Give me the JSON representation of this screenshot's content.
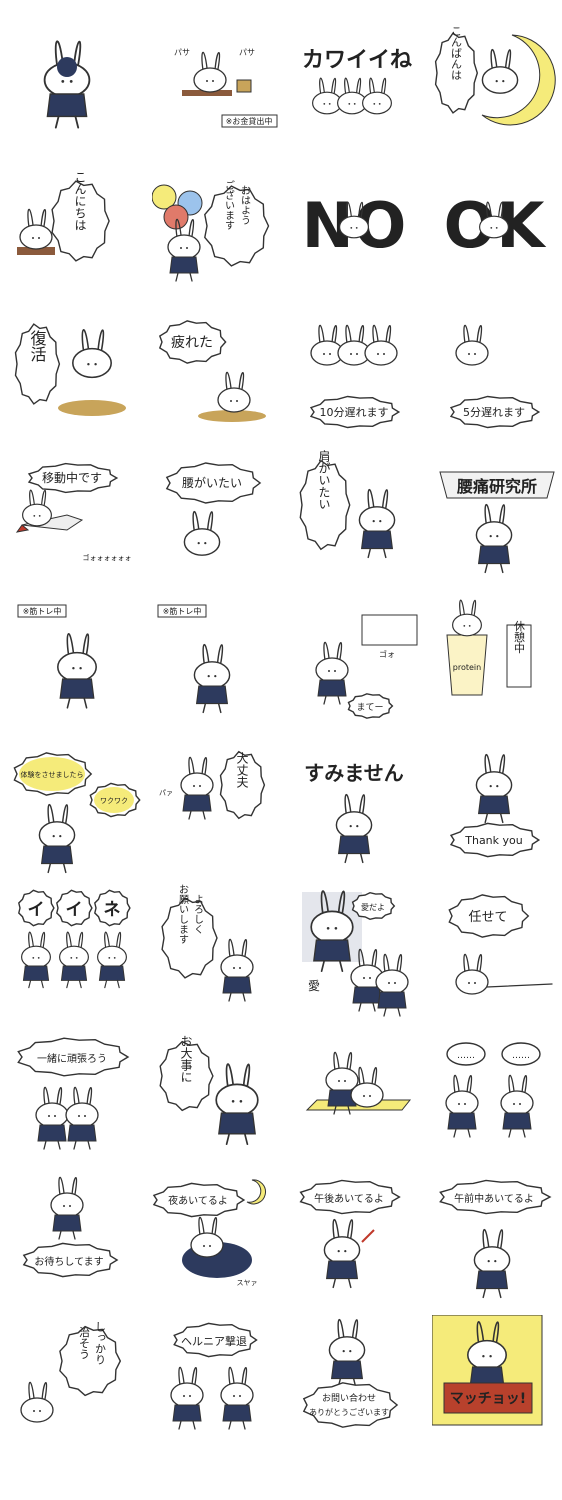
{
  "colors": {
    "navy": "#2d3a5e",
    "yellow": "#f5eb7a",
    "blue": "#9cc3ec",
    "red": "#c0392b",
    "tan": "#c8a45a",
    "brown": "#8b5a3c"
  },
  "stickers": [
    {
      "id": 1,
      "lines": [],
      "caption": "",
      "icon": "rabbit-icon"
    },
    {
      "id": 2,
      "lines": [
        "パサ",
        "パサ"
      ],
      "caption": "※お金貸出中",
      "icon": "rabbit-icon"
    },
    {
      "id": 3,
      "lines": [
        "カワイイね"
      ],
      "caption": "",
      "icon": "rabbit-icon"
    },
    {
      "id": 4,
      "lines": [
        "こんばんは"
      ],
      "caption": "",
      "icon": "moon-icon"
    },
    {
      "id": 5,
      "lines": [
        "こんにちは"
      ],
      "caption": "",
      "icon": "rabbit-icon"
    },
    {
      "id": 6,
      "lines": [
        "おはよう",
        "ございます"
      ],
      "caption": "",
      "icon": "balloon-icon"
    },
    {
      "id": 7,
      "lines": [
        "NO"
      ],
      "caption": "",
      "icon": "rabbit-icon"
    },
    {
      "id": 8,
      "lines": [
        "OK"
      ],
      "caption": "",
      "icon": "rabbit-icon"
    },
    {
      "id": 9,
      "lines": [
        "復活"
      ],
      "caption": "",
      "icon": "rabbit-icon"
    },
    {
      "id": 10,
      "lines": [
        "疲れた"
      ],
      "caption": "",
      "icon": "rabbit-icon"
    },
    {
      "id": 11,
      "lines": [
        "10分遅れます"
      ],
      "caption": "",
      "icon": "rabbit-icon"
    },
    {
      "id": 12,
      "lines": [
        "5分遅れます"
      ],
      "caption": "",
      "icon": "rabbit-icon"
    },
    {
      "id": 13,
      "lines": [
        "移動中です"
      ],
      "caption": "ゴォォォォォォ",
      "icon": "rocket-icon"
    },
    {
      "id": 14,
      "lines": [
        "腰がいたい"
      ],
      "caption": "",
      "icon": "rabbit-icon"
    },
    {
      "id": 15,
      "lines": [
        "肩がいたい"
      ],
      "caption": "",
      "icon": "rabbit-icon"
    },
    {
      "id": 16,
      "lines": [
        "腰痛研究所"
      ],
      "caption": "",
      "icon": "banner-icon"
    },
    {
      "id": 17,
      "lines": [],
      "caption": "※筋トレ中",
      "icon": "rabbit-icon"
    },
    {
      "id": 18,
      "lines": [],
      "caption": "※筋トレ中",
      "icon": "rabbit-icon"
    },
    {
      "id": 19,
      "lines": [
        "まてー"
      ],
      "caption": "ゴォ",
      "icon": "train-icon"
    },
    {
      "id": 20,
      "lines": [
        "休憩中"
      ],
      "caption": "protein",
      "icon": "cup-icon"
    },
    {
      "id": 21,
      "lines": [
        "体験をさせましたら",
        "ワクワク"
      ],
      "caption": "",
      "icon": "rabbit-icon"
    },
    {
      "id": 22,
      "lines": [
        "大丈夫"
      ],
      "caption": "パァ",
      "icon": "rabbit-icon"
    },
    {
      "id": 23,
      "lines": [
        "すみません"
      ],
      "caption": "",
      "icon": "rabbit-icon"
    },
    {
      "id": 24,
      "lines": [
        "Thank you"
      ],
      "caption": "",
      "icon": "rabbit-icon"
    },
    {
      "id": 25,
      "lines": [
        "イ",
        "イ",
        "ネ"
      ],
      "caption": "",
      "icon": "rabbit-icon"
    },
    {
      "id": 26,
      "lines": [
        "よろしく",
        "お願いします"
      ],
      "caption": "",
      "icon": "rabbit-icon"
    },
    {
      "id": 27,
      "lines": [
        "愛だよ",
        "愛"
      ],
      "caption": "",
      "icon": "heart-icon"
    },
    {
      "id": 28,
      "lines": [
        "任せて"
      ],
      "caption": "",
      "icon": "rabbit-icon"
    },
    {
      "id": 29,
      "lines": [
        "一緒に頑張ろう"
      ],
      "caption": "",
      "icon": "rabbit-icon"
    },
    {
      "id": 30,
      "lines": [
        "お大事に"
      ],
      "caption": "",
      "icon": "rabbit-icon"
    },
    {
      "id": 31,
      "lines": [],
      "caption": "",
      "icon": "desk-icon"
    },
    {
      "id": 32,
      "lines": [
        "……",
        "……"
      ],
      "caption": "",
      "icon": "rabbit-icon"
    },
    {
      "id": 33,
      "lines": [
        "お待ちしてます"
      ],
      "caption": "",
      "icon": "rabbit-icon"
    },
    {
      "id": 34,
      "lines": [
        "夜あいてるよ"
      ],
      "caption": "スヤァ",
      "icon": "moon-icon"
    },
    {
      "id": 35,
      "lines": [
        "午後あいてるよ"
      ],
      "caption": "",
      "icon": "rabbit-icon"
    },
    {
      "id": 36,
      "lines": [
        "午前中あいてるよ"
      ],
      "caption": "",
      "icon": "rabbit-icon"
    },
    {
      "id": 37,
      "lines": [
        "しっかり",
        "治そう"
      ],
      "caption": "",
      "icon": "rabbit-icon"
    },
    {
      "id": 38,
      "lines": [
        "ヘルニア撃退"
      ],
      "caption": "",
      "icon": "rabbit-icon"
    },
    {
      "id": 39,
      "lines": [
        "お問い合わせ",
        "ありがとうございます"
      ],
      "caption": "",
      "icon": "rabbit-icon"
    },
    {
      "id": 40,
      "lines": [
        "マッチョッ!"
      ],
      "caption": "",
      "icon": "rabbit-icon"
    }
  ]
}
